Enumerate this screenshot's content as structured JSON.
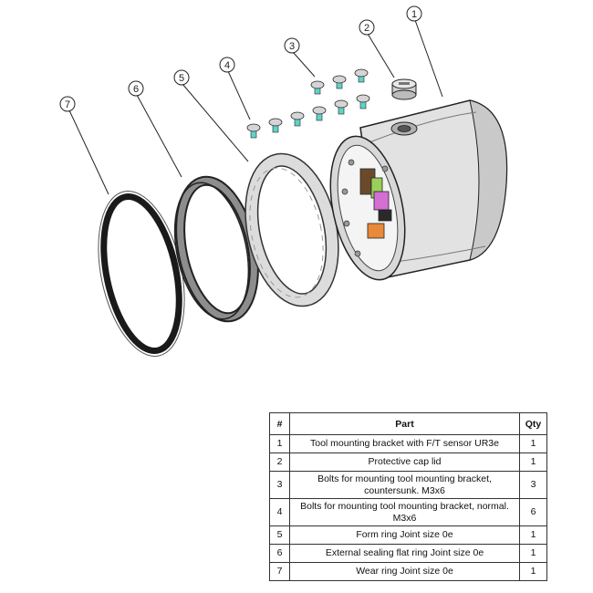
{
  "callouts": [
    "1",
    "2",
    "3",
    "4",
    "5",
    "6",
    "7"
  ],
  "colors": {
    "outline": "#222222",
    "housing": "#e2e2e2",
    "housing_shade": "#b8b8b8",
    "bolt_head": "#d5d5d5",
    "bolt_shank": "#5fd3c8",
    "ring_dark": "#1a1a1a",
    "ring_light": "#9a9a9a"
  },
  "table": {
    "headers": [
      "#",
      "Part",
      "Qty"
    ],
    "rows": [
      {
        "num": "1",
        "part": "Tool mounting bracket with F/T sensor UR3e",
        "qty": "1"
      },
      {
        "num": "2",
        "part": "Protective cap lid",
        "qty": "1"
      },
      {
        "num": "3",
        "part": "Bolts for mounting tool mounting bracket, countersunk. M3x6",
        "qty": "3"
      },
      {
        "num": "4",
        "part": "Bolts for mounting tool mounting bracket, normal. M3x6",
        "qty": "6"
      },
      {
        "num": "5",
        "part": "Form ring Joint size 0e",
        "qty": "1"
      },
      {
        "num": "6",
        "part": "External sealing flat ring Joint size 0e",
        "qty": "1"
      },
      {
        "num": "7",
        "part": "Wear ring Joint size 0e",
        "qty": "1"
      }
    ]
  }
}
